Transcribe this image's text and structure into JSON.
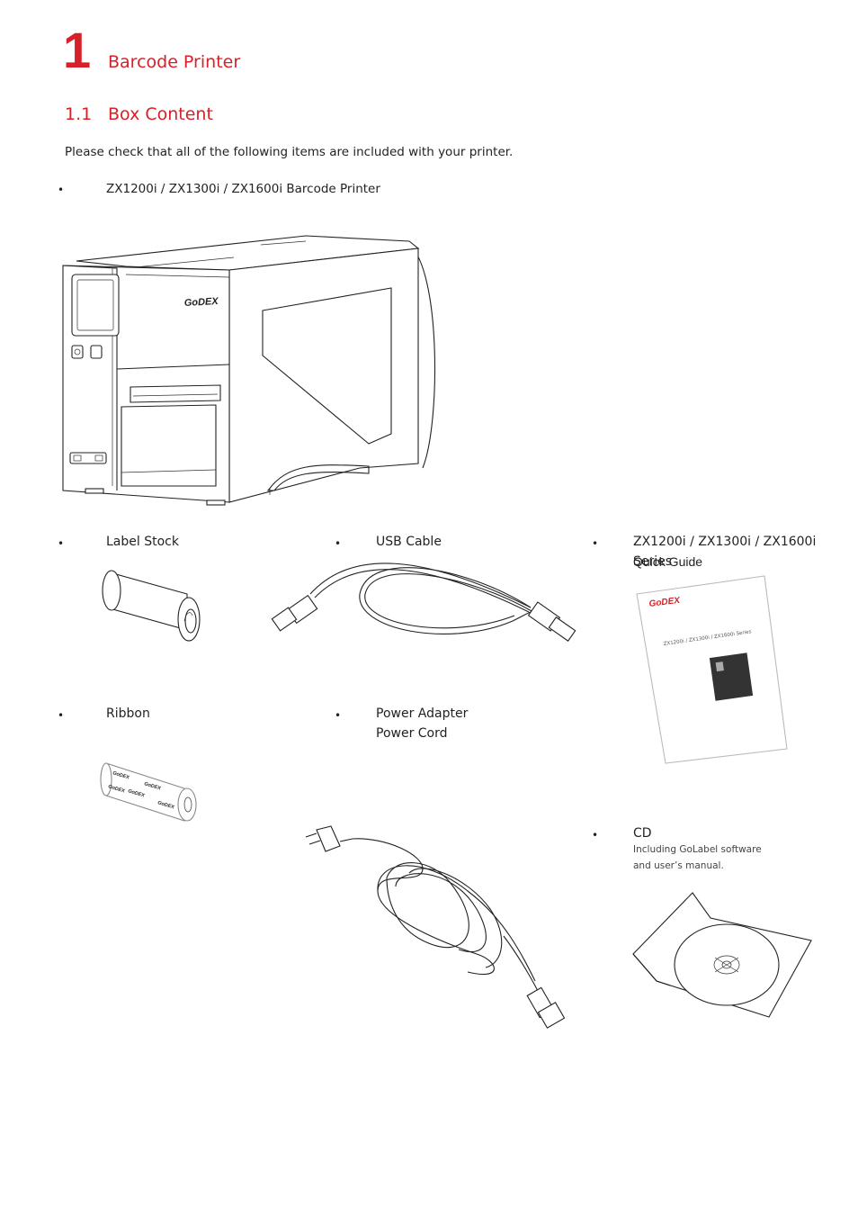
{
  "chapter": {
    "number": "1",
    "title": "Barcode Printer"
  },
  "section": {
    "number": "1.1",
    "title": "Box Content"
  },
  "intro": "Please check that all of the following items are included with your printer.",
  "bullet_glyph": "•",
  "items": {
    "printer": {
      "label": "ZX1200i / ZX1300i / ZX1600i Barcode Printer",
      "brand": "GoDEX",
      "icon": "barcode-printer-illustration"
    },
    "label_stock": {
      "label": "Label Stock",
      "icon": "label-roll-illustration"
    },
    "usb_cable": {
      "label": "USB Cable",
      "icon": "usb-cable-illustration"
    },
    "quick_guide": {
      "label_line1": "ZX1200i / ZX1300i / ZX1600i Series",
      "label_line2": "Quick Guide",
      "cover_brand": "GoDEX",
      "cover_title": "ZX1200i / ZX1300i / ZX1600i Series",
      "icon": "quick-guide-booklet-illustration"
    },
    "ribbon": {
      "label": "Ribbon",
      "roll_brand": "GoDEX",
      "icon": "ribbon-roll-illustration"
    },
    "power": {
      "label_line1": "Power Adapter",
      "label_line2": "Power Cord",
      "icon": "power-cord-illustration"
    },
    "cd": {
      "label": "CD",
      "note_line1": "Including GoLabel software",
      "note_line2": "and user’s manual.",
      "icon": "cd-sleeve-illustration"
    }
  },
  "colors": {
    "accent": "#d72027",
    "text": "#222222"
  }
}
